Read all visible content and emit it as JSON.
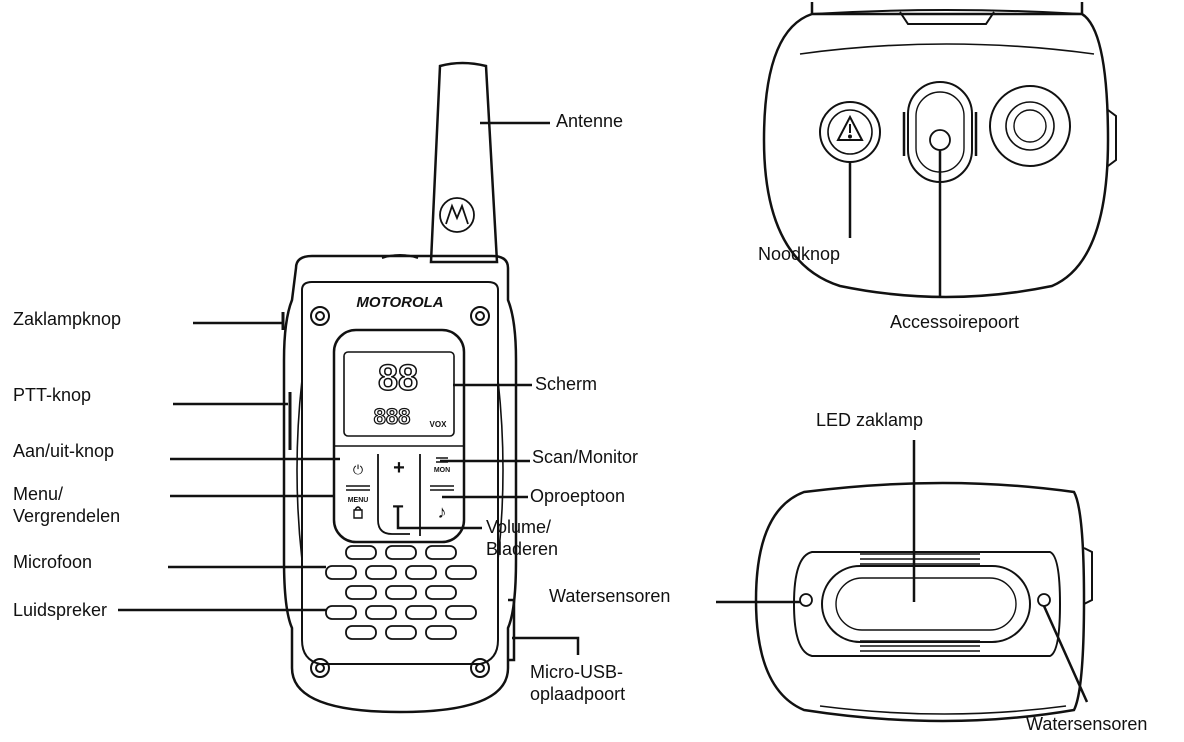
{
  "brand": {
    "logo_text": "MOTOROLA",
    "antenna_logo": "batwing-logo"
  },
  "display": {
    "main_digits": "88",
    "sub_digits": "888",
    "vox_label": "VOX"
  },
  "keypad": {
    "power_symbol": "⏻",
    "plus_symbol": "+",
    "minus_symbol": "−",
    "menu_label": "MENU",
    "mon_label": "MON",
    "note_symbol": "♪"
  },
  "labels": {
    "antenna": "Antenne",
    "flashlight_button": "Zaklampknop",
    "ptt_button": "PTT-knop",
    "power_button": "Aan/uit-knop",
    "menu_lock_line1": "Menu/",
    "menu_lock_line2": "Vergrendelen",
    "microphone": "Microfoon",
    "speaker": "Luidspreker",
    "screen": "Scherm",
    "scan_monitor": "Scan/Monitor",
    "call_tone": "Oproeptoon",
    "volume_line1": "Volume/",
    "volume_line2": "Bladeren",
    "usb_line1": "Micro-USB-",
    "usb_line2": "oplaadpoort",
    "emergency_button": "Noodknop",
    "accessory_port": "Accessoirepoort",
    "led_flashlight": "LED zaklamp",
    "water_sensors_left": "Watersensoren",
    "water_sensors_right": "Watersensoren"
  },
  "icons": [
    "warning-triangle-icon",
    "power-icon",
    "plus-icon",
    "minus-icon",
    "lock-icon",
    "music-note-icon",
    "scan-icon"
  ]
}
